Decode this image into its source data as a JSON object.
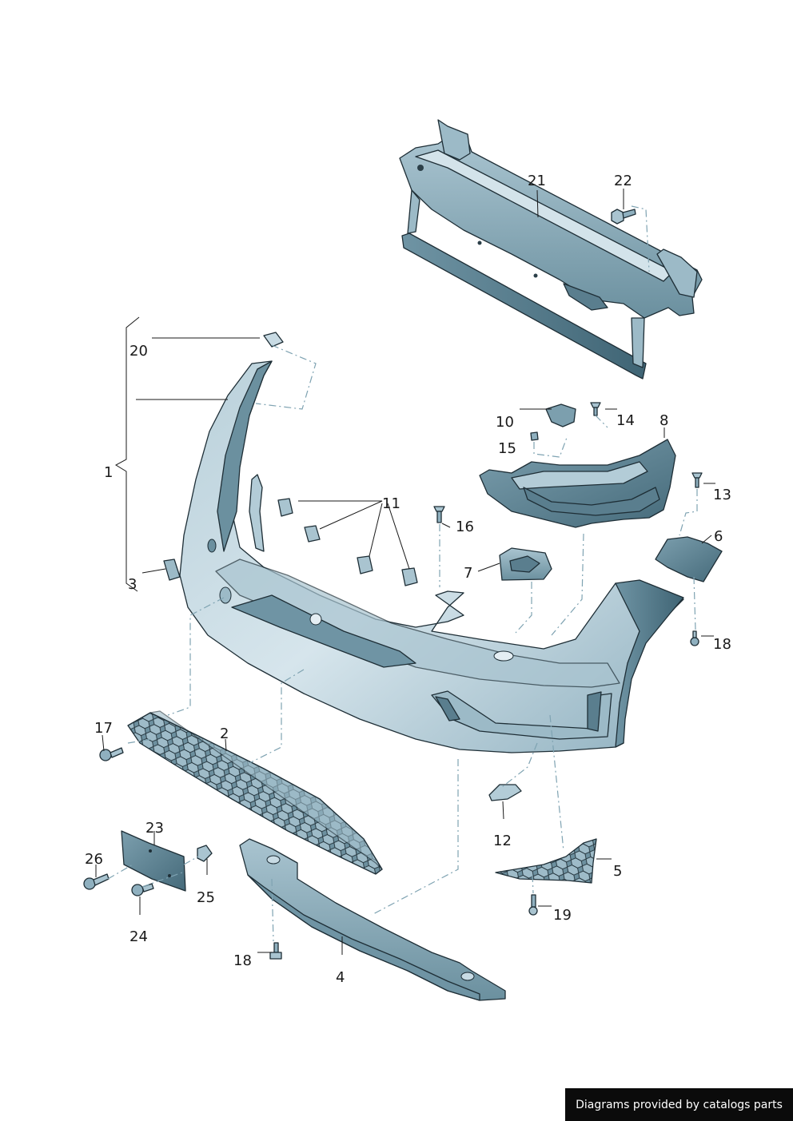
{
  "callouts": {
    "c1": "1",
    "c2": "2",
    "c3": "3",
    "c4": "4",
    "c5": "5",
    "c6": "6",
    "c7": "7",
    "c8": "8",
    "c10": "10",
    "c11": "11",
    "c12": "12",
    "c13": "13",
    "c14": "14",
    "c15": "15",
    "c16": "16",
    "c17": "17",
    "c18a": "18",
    "c18b": "18",
    "c19": "19",
    "c20": "20",
    "c21": "21",
    "c22": "22",
    "c23": "23",
    "c24": "24",
    "c25": "25",
    "c26": "26"
  },
  "credit": "Diagrams provided by catalogs parts",
  "colors": {
    "part_light": "#c8dbe4",
    "part_mid": "#8fb0bf",
    "part_dark": "#4f7484",
    "outline": "#1e2e36",
    "dash": "#7fa3b2"
  }
}
